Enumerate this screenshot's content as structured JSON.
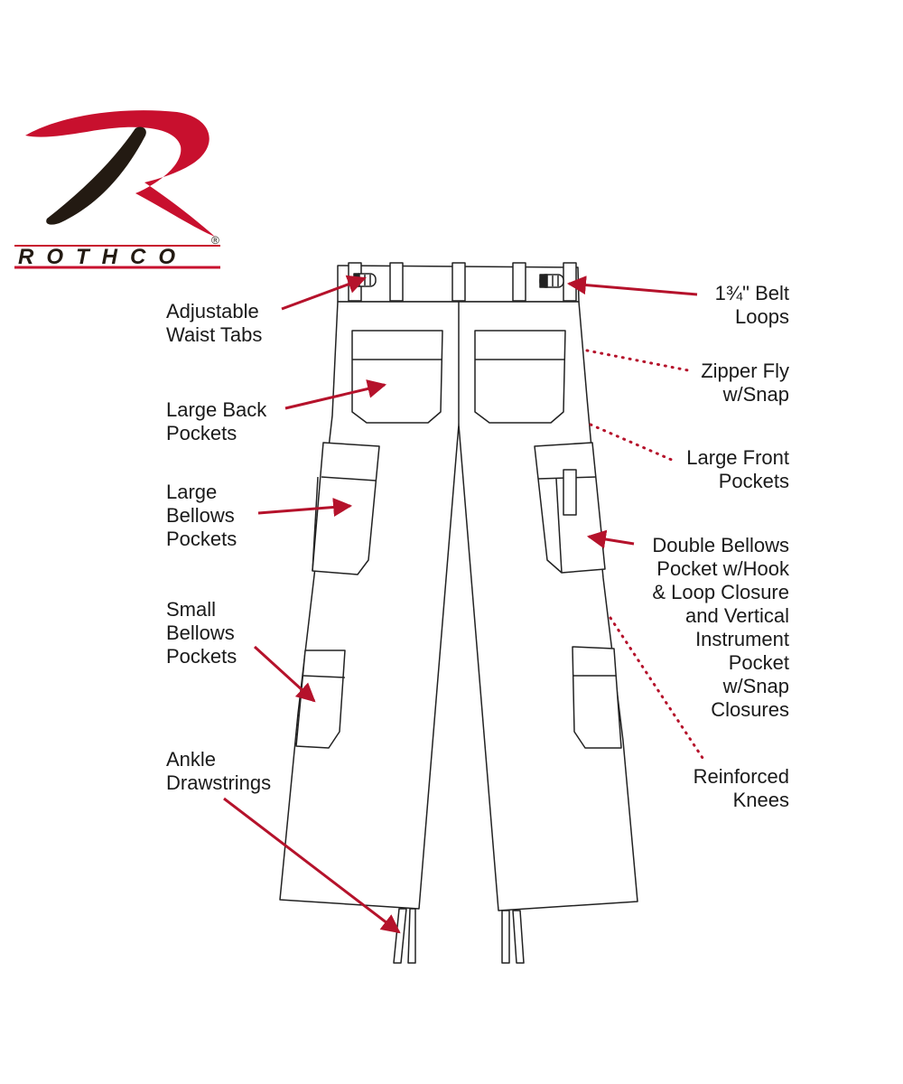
{
  "brand": {
    "name": "ROTHCO",
    "registered_mark": "®",
    "red": "#c8102e",
    "dark": "#231a12"
  },
  "colors": {
    "callout_arrow": "#b5122b",
    "outline": "#222222"
  },
  "labels": {
    "adjustable_waist_tabs": "Adjustable\nWaist Tabs",
    "large_back_pockets": "Large Back\nPockets",
    "large_bellows_pockets": "Large\nBellows\nPockets",
    "small_bellows_pockets": "Small\nBellows\nPockets",
    "ankle_drawstrings": "Ankle\nDrawstrings",
    "belt_loops": "1¾\" Belt\nLoops",
    "zipper_fly": "Zipper Fly\nw/Snap",
    "large_front_pockets": "Large Front\nPockets",
    "double_bellows_pocket": "Double Bellows\nPocket w/Hook\n& Loop Closure\nand Vertical\nInstrument\nPocket\nw/Snap\nClosures",
    "reinforced_knees": "Reinforced\nKnees"
  }
}
